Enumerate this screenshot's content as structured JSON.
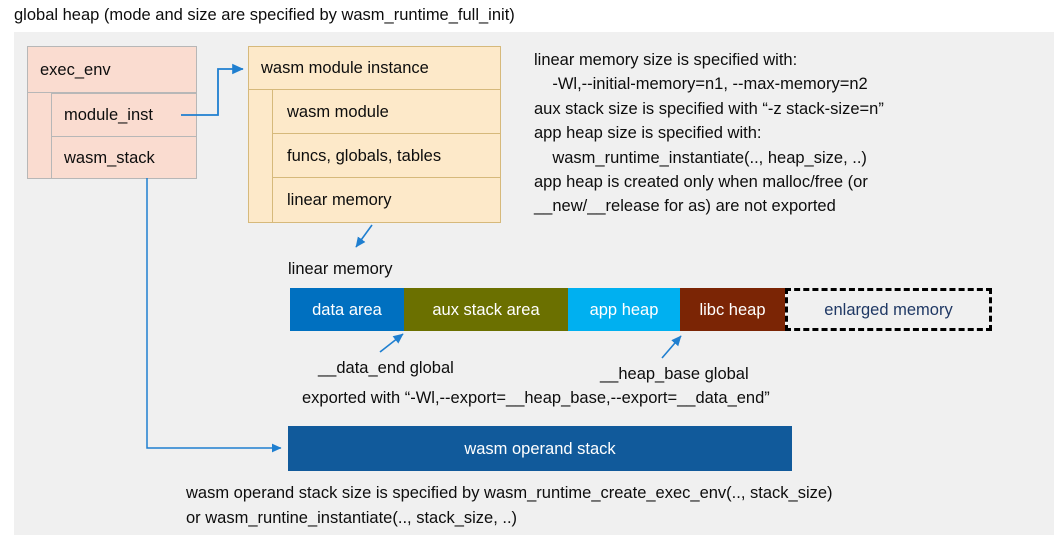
{
  "title": "global heap (mode and size are specified by wasm_runtime_full_init)",
  "colors": {
    "page_background": "#ffffff",
    "panel_background": "#f0f0f0",
    "exec_env_fill": "#fadcd0",
    "exec_env_border": "#b7b7b7",
    "module_instance_fill": "#fde9c9",
    "module_instance_border": "#d6b97b",
    "connector_blue": "#1f7fd0",
    "data_area": "#0070c0",
    "aux_stack_area": "#6b7000",
    "app_heap": "#00b0f0",
    "libc_heap": "#7b2505",
    "enlarged_memory_text": "#1f3864",
    "enlarged_memory_border": "#000000",
    "operand_stack": "#115a9b",
    "text": "#0d0d0d"
  },
  "exec_env": {
    "title": "exec_env",
    "fields": [
      {
        "label": "module_inst"
      },
      {
        "label": "wasm_stack"
      }
    ]
  },
  "module_instance": {
    "title": "wasm module instance",
    "fields": [
      {
        "label": "wasm module"
      },
      {
        "label": "funcs, globals, tables"
      },
      {
        "label": "linear memory"
      }
    ]
  },
  "spec_note": "linear memory size is specified with:\n    -Wl,--initial-memory=n1, --max-memory=n2\naux stack size is specified with “-z stack-size=n”\napp heap size is specified with:\n    wasm_runtime_instantiate(.., heap_size, ..)\napp heap is created only when malloc/free (or\n__new/__release for as) are not exported",
  "linear_memory": {
    "caption": "linear memory",
    "segments": [
      {
        "label": "data area",
        "color": "#0070c0",
        "text_color": "#ffffff",
        "style": "solid"
      },
      {
        "label": "aux stack area",
        "color": "#6b7000",
        "text_color": "#ffffff",
        "style": "solid"
      },
      {
        "label": "app heap",
        "color": "#00b0f0",
        "text_color": "#ffffff",
        "style": "solid"
      },
      {
        "label": "libc heap",
        "color": "#7b2505",
        "text_color": "#ffffff",
        "style": "solid"
      },
      {
        "label": "enlarged memory",
        "color": "#f0f0f0",
        "text_color": "#1f3864",
        "style": "dashed"
      }
    ],
    "annotations": {
      "data_end": "__data_end global",
      "heap_base": "__heap_base global",
      "exported_with": "exported with “-Wl,--export=__heap_base,--export=__data_end”"
    }
  },
  "operand_stack": {
    "label": "wasm operand stack",
    "note": "wasm operand stack size is specified by wasm_runtime_create_exec_env(.., stack_size)\nor wasm_runtine_instantiate(.., stack_size, ..)"
  },
  "icons": {
    "module_inst_arrow": "arrow-right-icon",
    "wasm_stack_arrow": "arrow-right-icon",
    "linear_memory_arrow": "arrow-down-left-icon",
    "data_end_arrow": "arrow-up-right-icon",
    "heap_base_arrow": "arrow-up-right-icon"
  }
}
